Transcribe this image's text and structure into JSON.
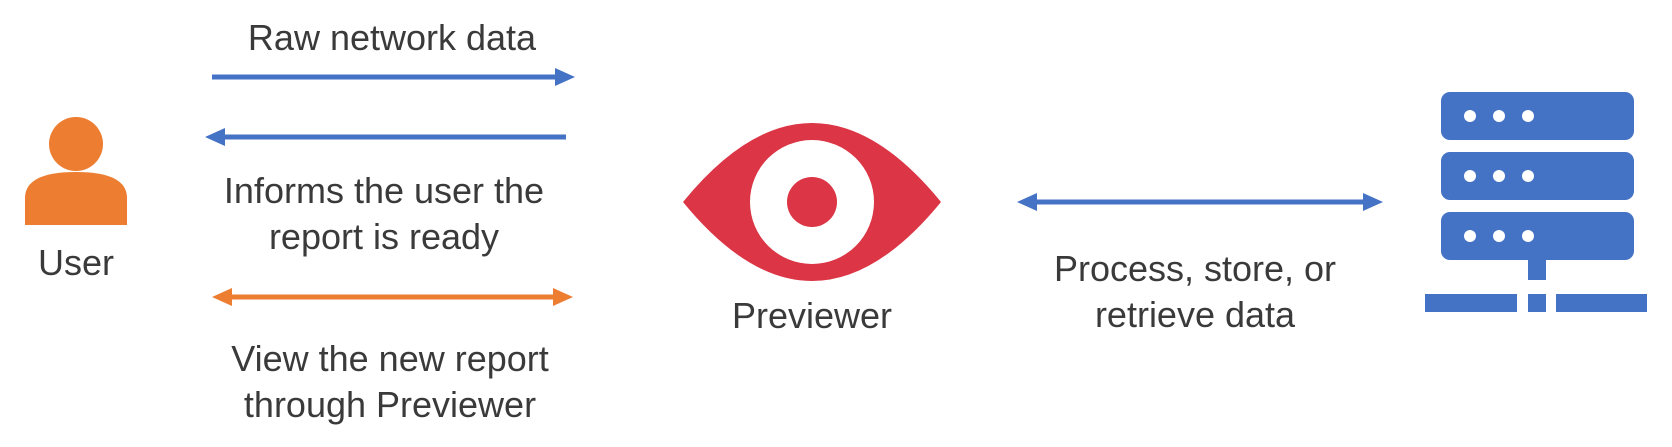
{
  "nodes": {
    "user": {
      "label": "User",
      "icon": "user-icon"
    },
    "previewer": {
      "label": "Previewer",
      "icon": "eye-icon"
    },
    "server": {
      "icon": "server-icon"
    }
  },
  "edges": {
    "raw_data": {
      "label": "Raw network data",
      "direction": "user-to-previewer"
    },
    "informs": {
      "line1": "Informs the user the",
      "line2": "report is ready",
      "direction": "previewer-to-user"
    },
    "view": {
      "line1": "View the new report",
      "line2": "through Previewer",
      "direction": "bidirectional"
    },
    "process": {
      "line1": "Process, store, or",
      "line2": "retrieve data",
      "direction": "bidirectional"
    }
  },
  "colors": {
    "blue": "#4472C4",
    "orange": "#ED7D31",
    "red": "#DC3545",
    "text": "#3a3a3a"
  }
}
